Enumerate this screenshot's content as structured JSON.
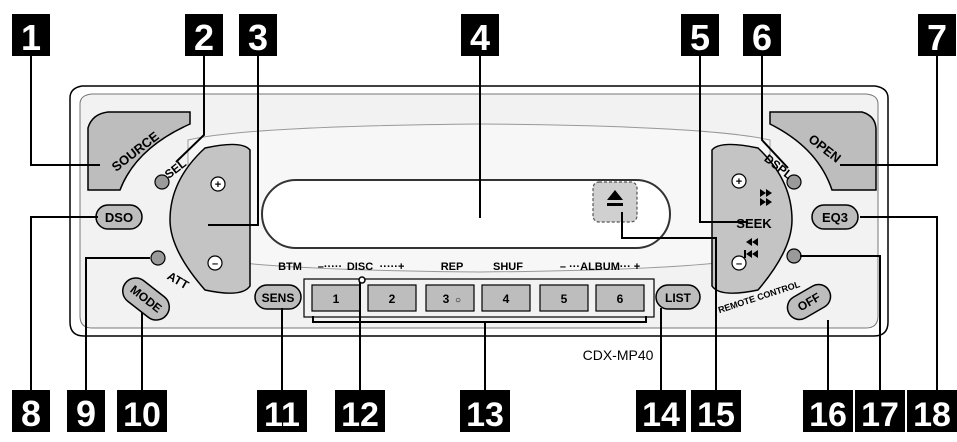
{
  "callouts": [
    "1",
    "2",
    "3",
    "4",
    "5",
    "6",
    "7",
    "8",
    "9",
    "10",
    "11",
    "12",
    "13",
    "14",
    "15",
    "16",
    "17",
    "18"
  ],
  "buttons": {
    "source": "SOURCE",
    "sel": "SEL",
    "open": "OPEN",
    "dspl": "DSPL",
    "dso": "DSO",
    "att": "ATT",
    "mode": "MODE",
    "sens": "SENS",
    "list": "LIST",
    "eq3": "EQ3",
    "off": "OFF",
    "seek": "SEEK",
    "presets": [
      "1",
      "2",
      "3",
      "4",
      "5",
      "6"
    ],
    "preset3_mark": "○"
  },
  "labels": {
    "btm": "BTM",
    "disc": "DISC",
    "disc_minus": "–·····",
    "disc_plus": "·····+",
    "rep": "REP",
    "shuf": "SHUF",
    "album": "ALBUM",
    "album_minus": "– ···",
    "album_plus": "··· +",
    "remote_control": "REMOTE CONTROL",
    "model": "CDX-MP40",
    "plus": "+",
    "minus": "–"
  },
  "icons": [
    "eject-icon",
    "fast-forward-icon",
    "rewind-icon"
  ]
}
